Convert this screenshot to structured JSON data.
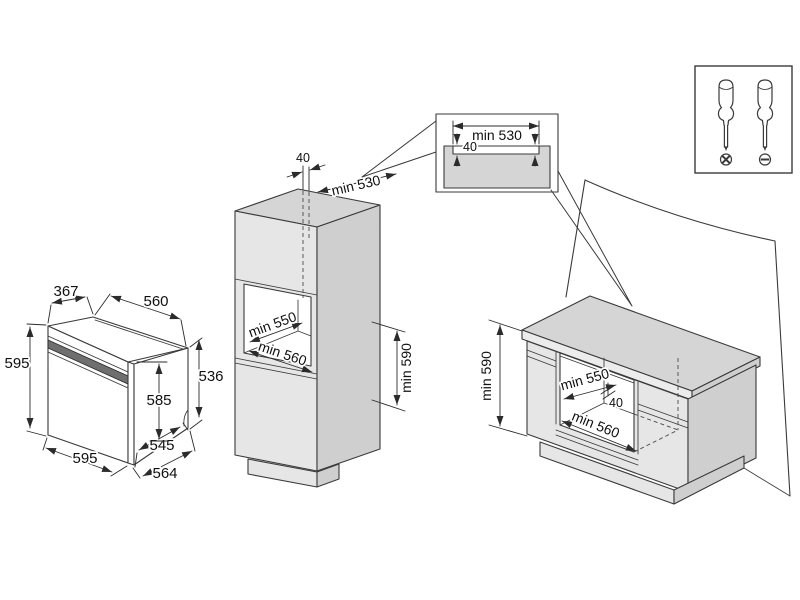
{
  "figure": {
    "kind": "built-in-oven-installation-diagram",
    "background": "#ffffff",
    "line_color": "#3a3a3a",
    "fill_colors": {
      "light": "#e6e6e6",
      "mid": "#d5d5d5",
      "side": "#cfcfcf"
    }
  },
  "oven": {
    "dims": {
      "top_edge": "367",
      "top_width": "560",
      "front_height": "595",
      "side_height": "536",
      "inner_height": "585",
      "body_depth": "545",
      "front_width": "595",
      "total_depth": "564"
    }
  },
  "column": {
    "dims": {
      "vent_gap": "40",
      "top_depth": "min 530",
      "niche_depth": "min 550",
      "niche_width": "min 560",
      "niche_height": "min 590"
    }
  },
  "inset": {
    "dims": {
      "cutout_width": "min 530",
      "cutout_depth": "40"
    }
  },
  "base": {
    "dims": {
      "niche_height": "min 590",
      "niche_depth": "min 550",
      "vent_gap": "40",
      "niche_width": "min 560"
    }
  },
  "tools": {
    "icons": [
      "phillips-screwdriver-icon",
      "flathead-screwdriver-icon"
    ]
  }
}
